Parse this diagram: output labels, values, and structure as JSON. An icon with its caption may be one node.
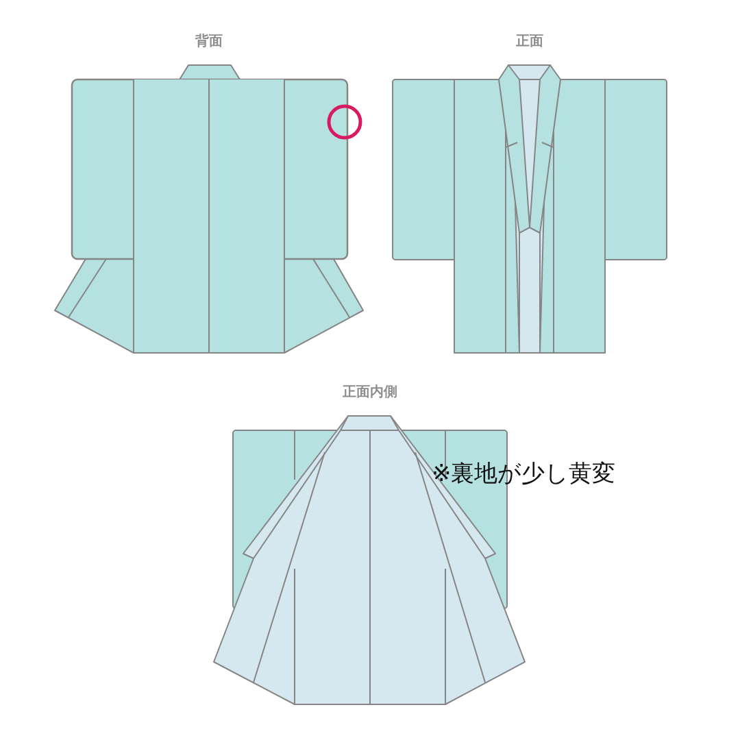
{
  "diagram": {
    "labels": [
      "背面",
      "正面",
      "正面内側",
      "※裏地が少し黄変"
    ]
  }
}
